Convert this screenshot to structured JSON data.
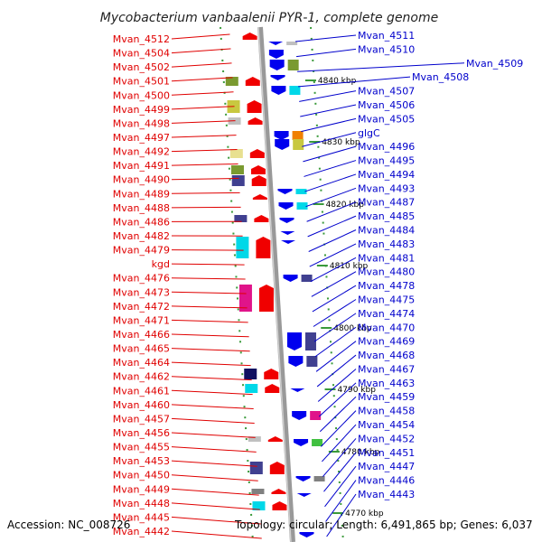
{
  "title": "Mycobacterium vanbaalenii PYR-1, complete genome",
  "accession": "Accession: NC_008726",
  "topology": "Topology: circular; Length: 6,491,865 bp; Genes: 6,037",
  "colors": {
    "left_label": "#e00000",
    "right_label": "#0000cc",
    "forward": "#f00000",
    "reverse": "#0000ee",
    "backbone": "#999999"
  },
  "ticks": [
    "4840 kbp",
    "4830 kbp",
    "4820 kbp",
    "4810 kbp",
    "4800 kbp",
    "4790 kbp",
    "4780 kbp",
    "4770 kbp"
  ],
  "left_labels": [
    "Mvan_4512",
    "Mvan_4504",
    "Mvan_4502",
    "Mvan_4501",
    "Mvan_4500",
    "Mvan_4499",
    "Mvan_4498",
    "Mvan_4497",
    "Mvan_4492",
    "Mvan_4491",
    "Mvan_4490",
    "Mvan_4489",
    "Mvan_4488",
    "Mvan_4486",
    "Mvan_4482",
    "Mvan_4479",
    "kgd",
    "Mvan_4476",
    "Mvan_4473",
    "Mvan_4472",
    "Mvan_4471",
    "Mvan_4466",
    "Mvan_4465",
    "Mvan_4464",
    "Mvan_4462",
    "Mvan_4461",
    "Mvan_4460",
    "Mvan_4457",
    "Mvan_4456",
    "Mvan_4455",
    "Mvan_4453",
    "Mvan_4450",
    "Mvan_4449",
    "Mvan_4448",
    "Mvan_4445",
    "Mvan_4442"
  ],
  "right_labels": [
    "Mvan_4511",
    "Mvan_4510",
    "Mvan_4509",
    "Mvan_4508",
    "Mvan_4507",
    "Mvan_4506",
    "Mvan_4505",
    "glgC",
    "Mvan_4496",
    "Mvan_4495",
    "Mvan_4494",
    "Mvan_4493",
    "Mvan_4487",
    "Mvan_4485",
    "Mvan_4484",
    "Mvan_4483",
    "Mvan_4481",
    "Mvan_4480",
    "Mvan_4478",
    "Mvan_4475",
    "Mvan_4474",
    "Mvan_4470",
    "Mvan_4469",
    "Mvan_4468",
    "Mvan_4467",
    "Mvan_4463",
    "Mvan_4459",
    "Mvan_4458",
    "Mvan_4454",
    "Mvan_4452",
    "Mvan_4451",
    "Mvan_4447",
    "Mvan_4446",
    "Mvan_4443"
  ]
}
